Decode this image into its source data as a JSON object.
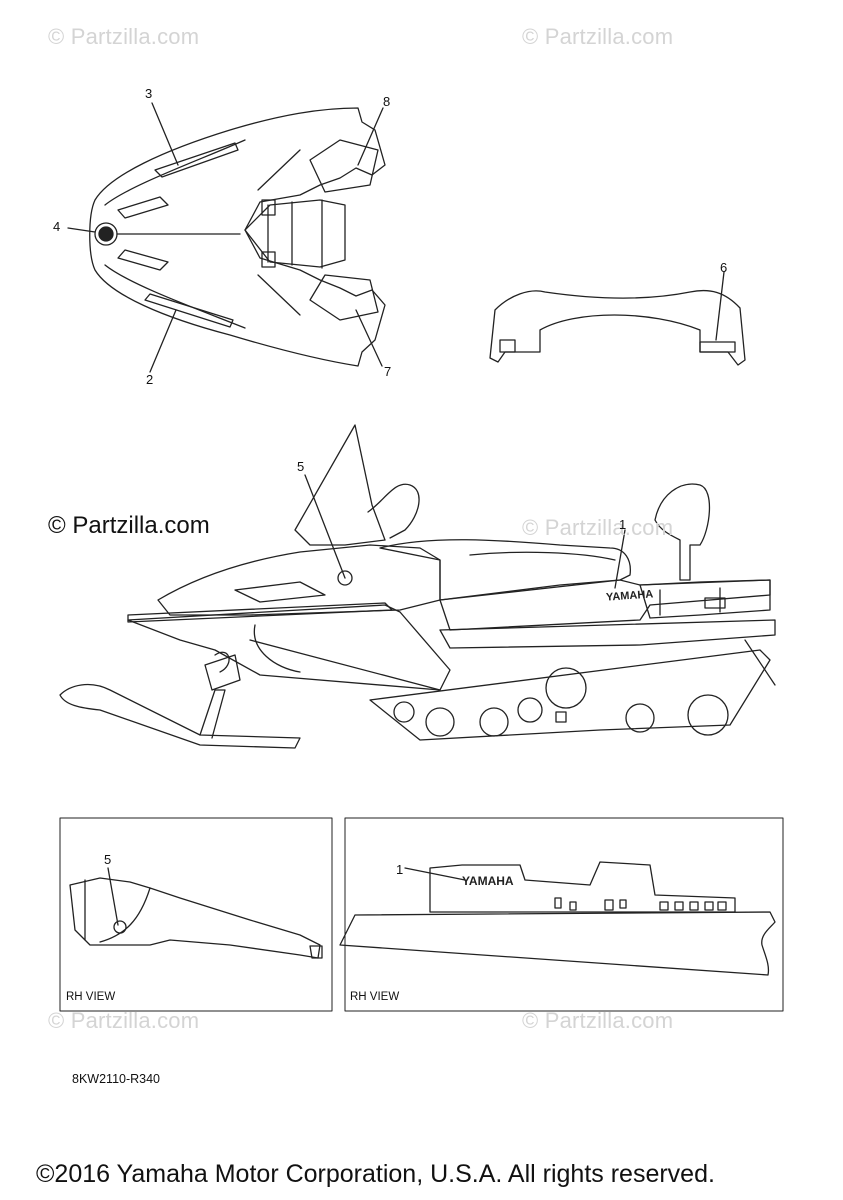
{
  "watermarks": [
    "© Partzilla.com",
    "© Partzilla.com",
    "© Partzilla.com",
    "© Partzilla.com",
    "© Partzilla.com"
  ],
  "watermark_main": "© Partzilla.com",
  "callouts": [
    "1",
    "2",
    "3",
    "4",
    "5",
    "6",
    "7",
    "8",
    "5",
    "1"
  ],
  "decal_text": [
    "YAMAHA",
    "YAMAHA"
  ],
  "view_labels": [
    "RH VIEW",
    "RH VIEW"
  ],
  "part_number": "8KW2110-R340",
  "copyright": "©2016 Yamaha Motor Corporation, U.S.A. All rights reserved."
}
